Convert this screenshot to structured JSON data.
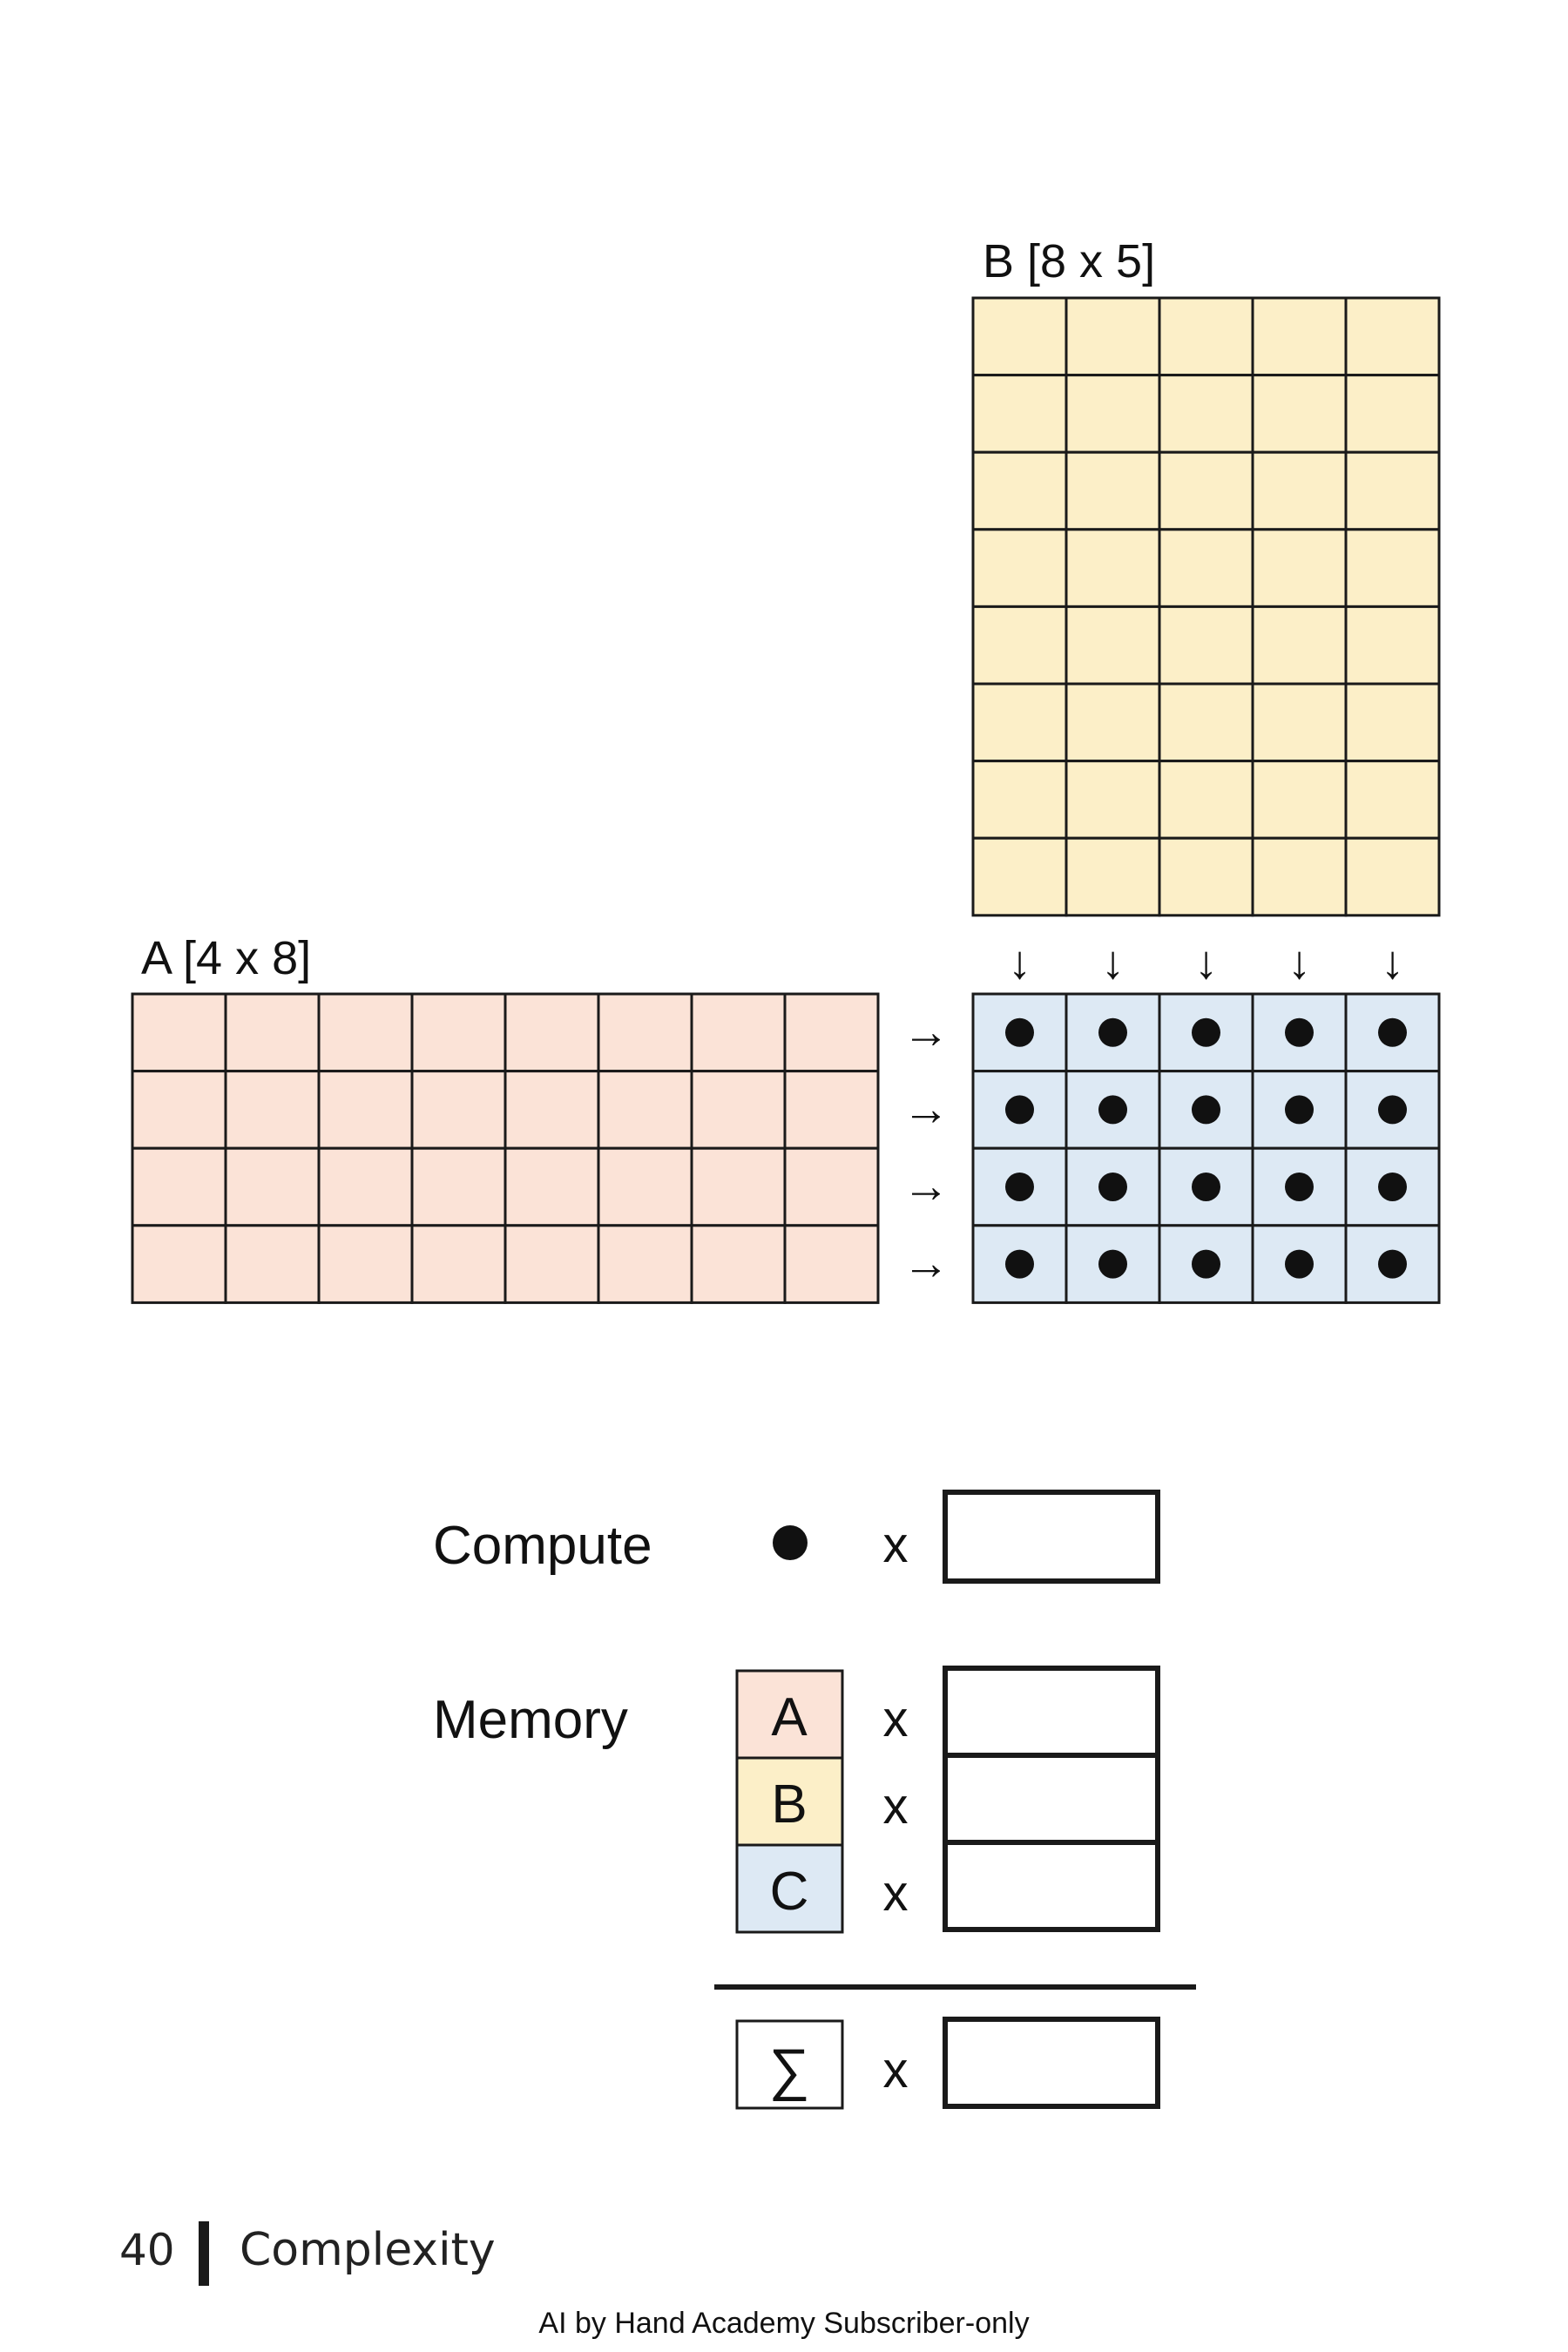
{
  "matrix_a": {
    "label": "A [4 x 8]",
    "rows": 4,
    "cols": 8,
    "color": "#fbe3d7"
  },
  "matrix_b": {
    "label": "B [8 x 5]",
    "rows": 8,
    "cols": 5,
    "color": "#fcefc8"
  },
  "matrix_c": {
    "rows": 4,
    "cols": 5,
    "color": "#dde9f4"
  },
  "arrows": {
    "down": "↓",
    "right": "→"
  },
  "tally": {
    "compute_label": "Compute",
    "memory_label": "Memory",
    "times": "x",
    "memory_items": [
      {
        "label": "A",
        "color": "#fbe3d7"
      },
      {
        "label": "B",
        "color": "#fcefc8"
      },
      {
        "label": "C",
        "color": "#dde9f4"
      }
    ],
    "sum_symbol": "∑"
  },
  "footer": {
    "page_number": "40",
    "section": "Complexity",
    "credit": "AI by Hand Academy Subscriber-only"
  }
}
